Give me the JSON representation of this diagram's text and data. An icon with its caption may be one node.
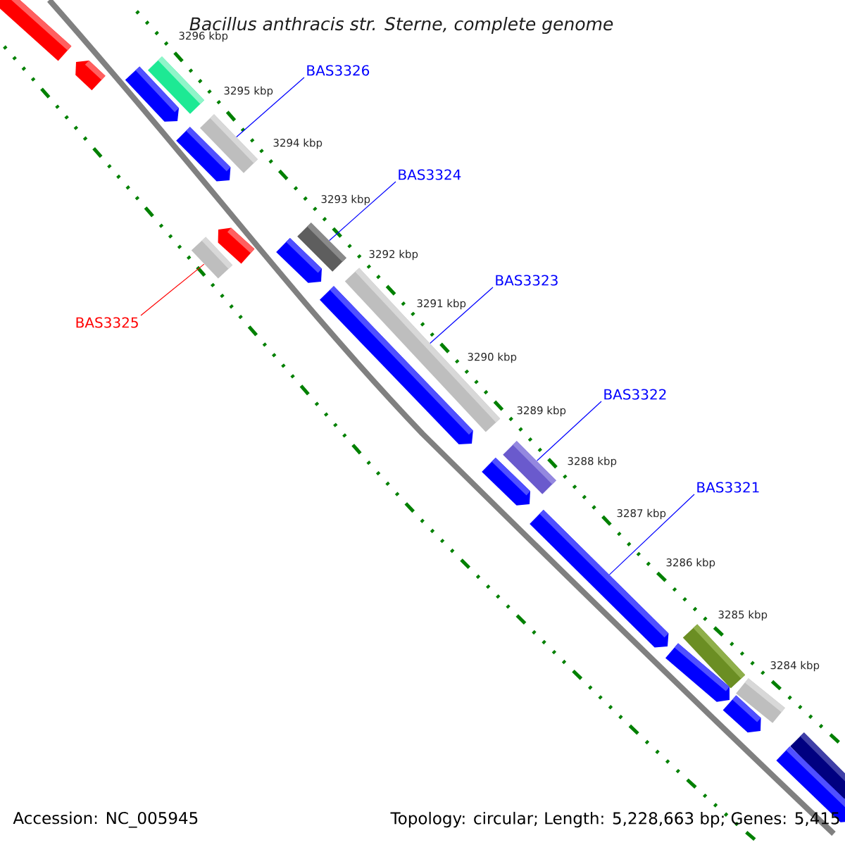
{
  "diagram": {
    "title": "Bacillus anthracis str. Sterne, complete genome",
    "nodes": [
      {
        "text": [
          "BAS3326"
        ]
      },
      {
        "text": [
          "BAS3324"
        ]
      },
      {
        "text": [
          "BAS3323"
        ]
      },
      {
        "text": [
          "BAS3325"
        ]
      },
      {
        "text": [
          "BAS3322"
        ]
      },
      {
        "text": [
          "BAS3321"
        ]
      },
      {
        "text": [],
        "shape": "bar"
      },
      {
        "text": [],
        "shape": "bar"
      },
      {
        "text": [],
        "shape": "bar"
      },
      {
        "text": [],
        "shape": "bar"
      },
      {
        "text": [],
        "shape": "bar"
      },
      {
        "text": [],
        "shape": "bar"
      }
    ],
    "edges": [
      {
        "from": 0,
        "to": 6,
        "arrow": "none"
      },
      {
        "from": 1,
        "to": 7,
        "arrow": "none"
      },
      {
        "from": 2,
        "to": 9,
        "arrow": "none"
      },
      {
        "from": 3,
        "to": 8,
        "arrow": "none",
        "color": "#ff0000"
      },
      {
        "from": 4,
        "to": 10,
        "arrow": "none"
      },
      {
        "from": 5,
        "to": 11,
        "arrow": "none"
      }
    ],
    "labels": [
      "3296 kbp",
      "3295 kbp",
      "3294 kbp",
      "3293 kbp",
      "3292 kbp",
      "3291 kbp",
      "3290 kbp",
      "3289 kbp",
      "3288 kbp",
      "3287 kbp",
      "3286 kbp",
      "3285 kbp",
      "3284 kbp",
      "Accession: NC_005945",
      "Topology: circular; Length: 5,228,663 bp; Genes: 5,415"
    ]
  }
}
